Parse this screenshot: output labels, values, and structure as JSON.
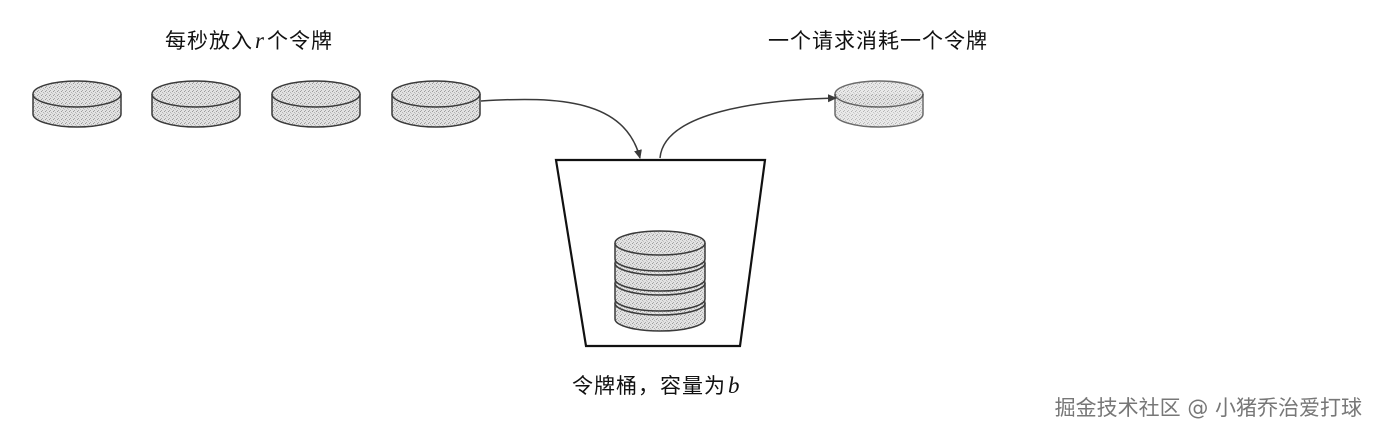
{
  "labels": {
    "incoming_pre": "每秒放入",
    "incoming_var": "r",
    "incoming_post": "个令牌",
    "outgoing": "一个请求消耗一个令牌",
    "bucket_pre": "令牌桶，容量为",
    "bucket_var": "b"
  },
  "watermark": "掘金技术社区 @ 小猪乔治爱打球",
  "colors": {
    "stroke": "#3a3a3a",
    "token_fill": "#d8d8d8",
    "background": "#ffffff"
  }
}
